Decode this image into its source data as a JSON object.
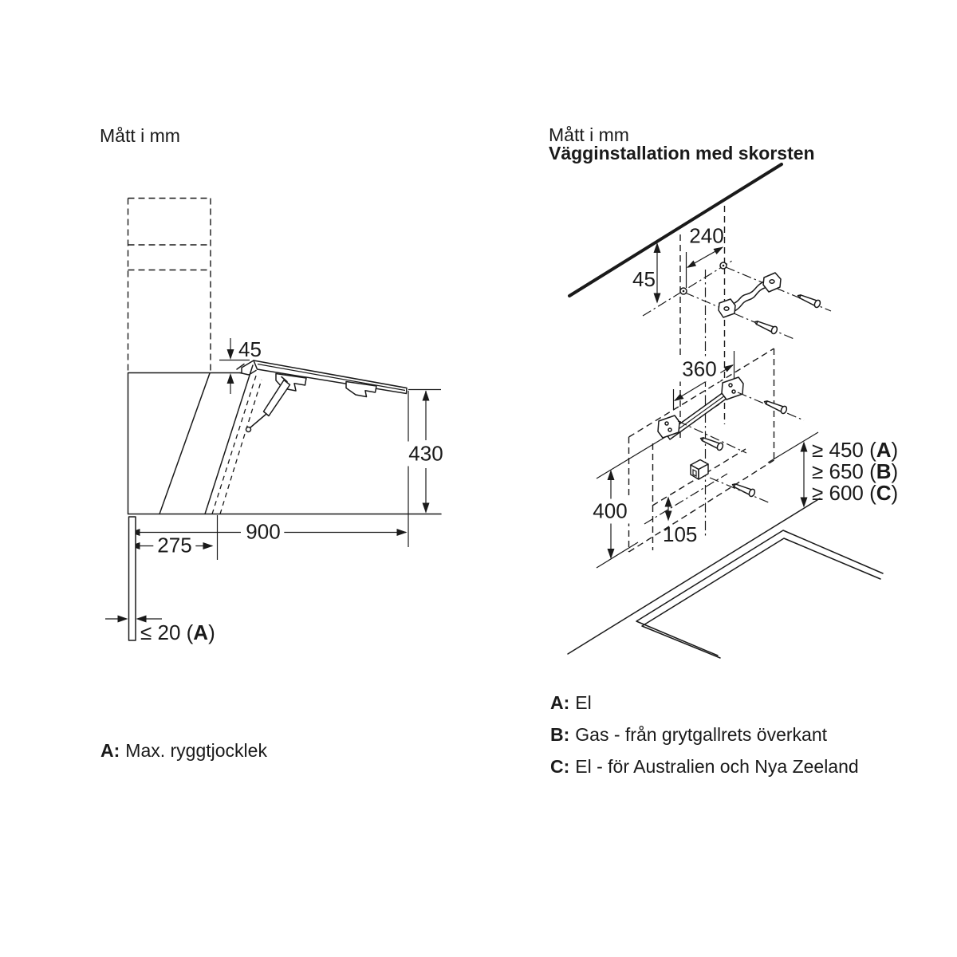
{
  "page": {
    "background": "#ffffff",
    "ink": "#1a1a1a"
  },
  "left_diagram": {
    "title": "Mått i mm",
    "dim_top_offset": "45",
    "dim_height": "430",
    "dim_width": "900",
    "dim_lower_width": "275",
    "dim_back": {
      "prefix": "≤ 20 (",
      "key": "A",
      "suffix": ")"
    },
    "legend": [
      {
        "key": "A:",
        "text": "Max. ryggtjocklek"
      }
    ]
  },
  "right_diagram": {
    "title": "Mått i mm",
    "subtitle": "Vägginstallation med skorsten",
    "dim_hole_spacing": "240",
    "dim_ceiling_offset": "45",
    "dim_rail_spacing": "360",
    "dim_lower_height": "400",
    "dim_box_offset": "105",
    "clearances": [
      {
        "prefix": "≥ 450 (",
        "key": "A",
        "suffix": ")"
      },
      {
        "prefix": "≥ 650 (",
        "key": "B",
        "suffix": ")"
      },
      {
        "prefix": "≥ 600 (",
        "key": "C",
        "suffix": ")"
      }
    ],
    "legend": [
      {
        "key": "A:",
        "text": "El"
      },
      {
        "key": "B:",
        "text": "Gas - från grytgallrets överkant"
      },
      {
        "key": "C:",
        "text": "El - för Australien och Nya Zeeland"
      }
    ]
  }
}
